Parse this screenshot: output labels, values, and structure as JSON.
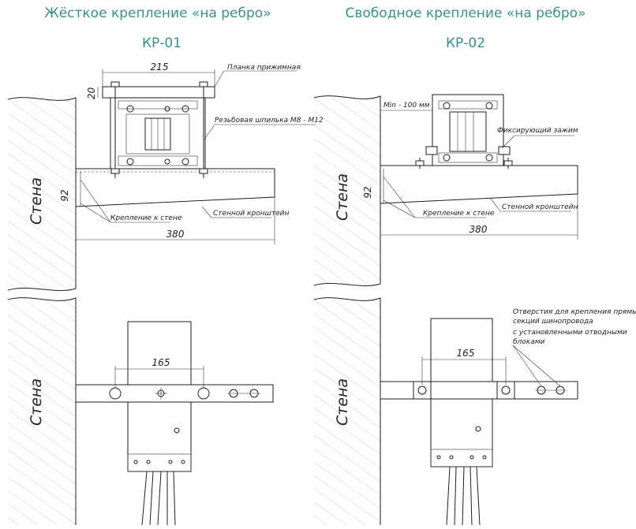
{
  "left": {
    "title": "Жёсткое крепление «на ребро»",
    "code": "КР-01",
    "dim_width": "215",
    "dim_height": "20",
    "label_plate": "Планка прижимная",
    "label_stud": "Резьбовая шпилька М8 - М12",
    "dim_92": "92",
    "label_wall_mount": "Крепление к стене",
    "label_bracket": "Стенной кронштейн",
    "dim_380": "380",
    "wall": "Стена",
    "dim_165": "165",
    "wall_bottom": "Стена"
  },
  "right": {
    "title": "Свободное крепление «на ребро»",
    "code": "КР-02",
    "label_min": "Min - 100 мм",
    "label_clamp": "Фиксирующий зажим",
    "dim_92": "92",
    "label_wall_mount": "Крепление к стене",
    "label_bracket": "Стенной кронштейн",
    "dim_380": "380",
    "wall": "Стена",
    "dim_165": "165",
    "wall_bottom": "Стена",
    "holes_line1": "Отверстия для крепления прямых",
    "holes_line2": "секций шинопровода",
    "holes_line3": "с установленными отводными",
    "holes_line4": "блоками"
  }
}
